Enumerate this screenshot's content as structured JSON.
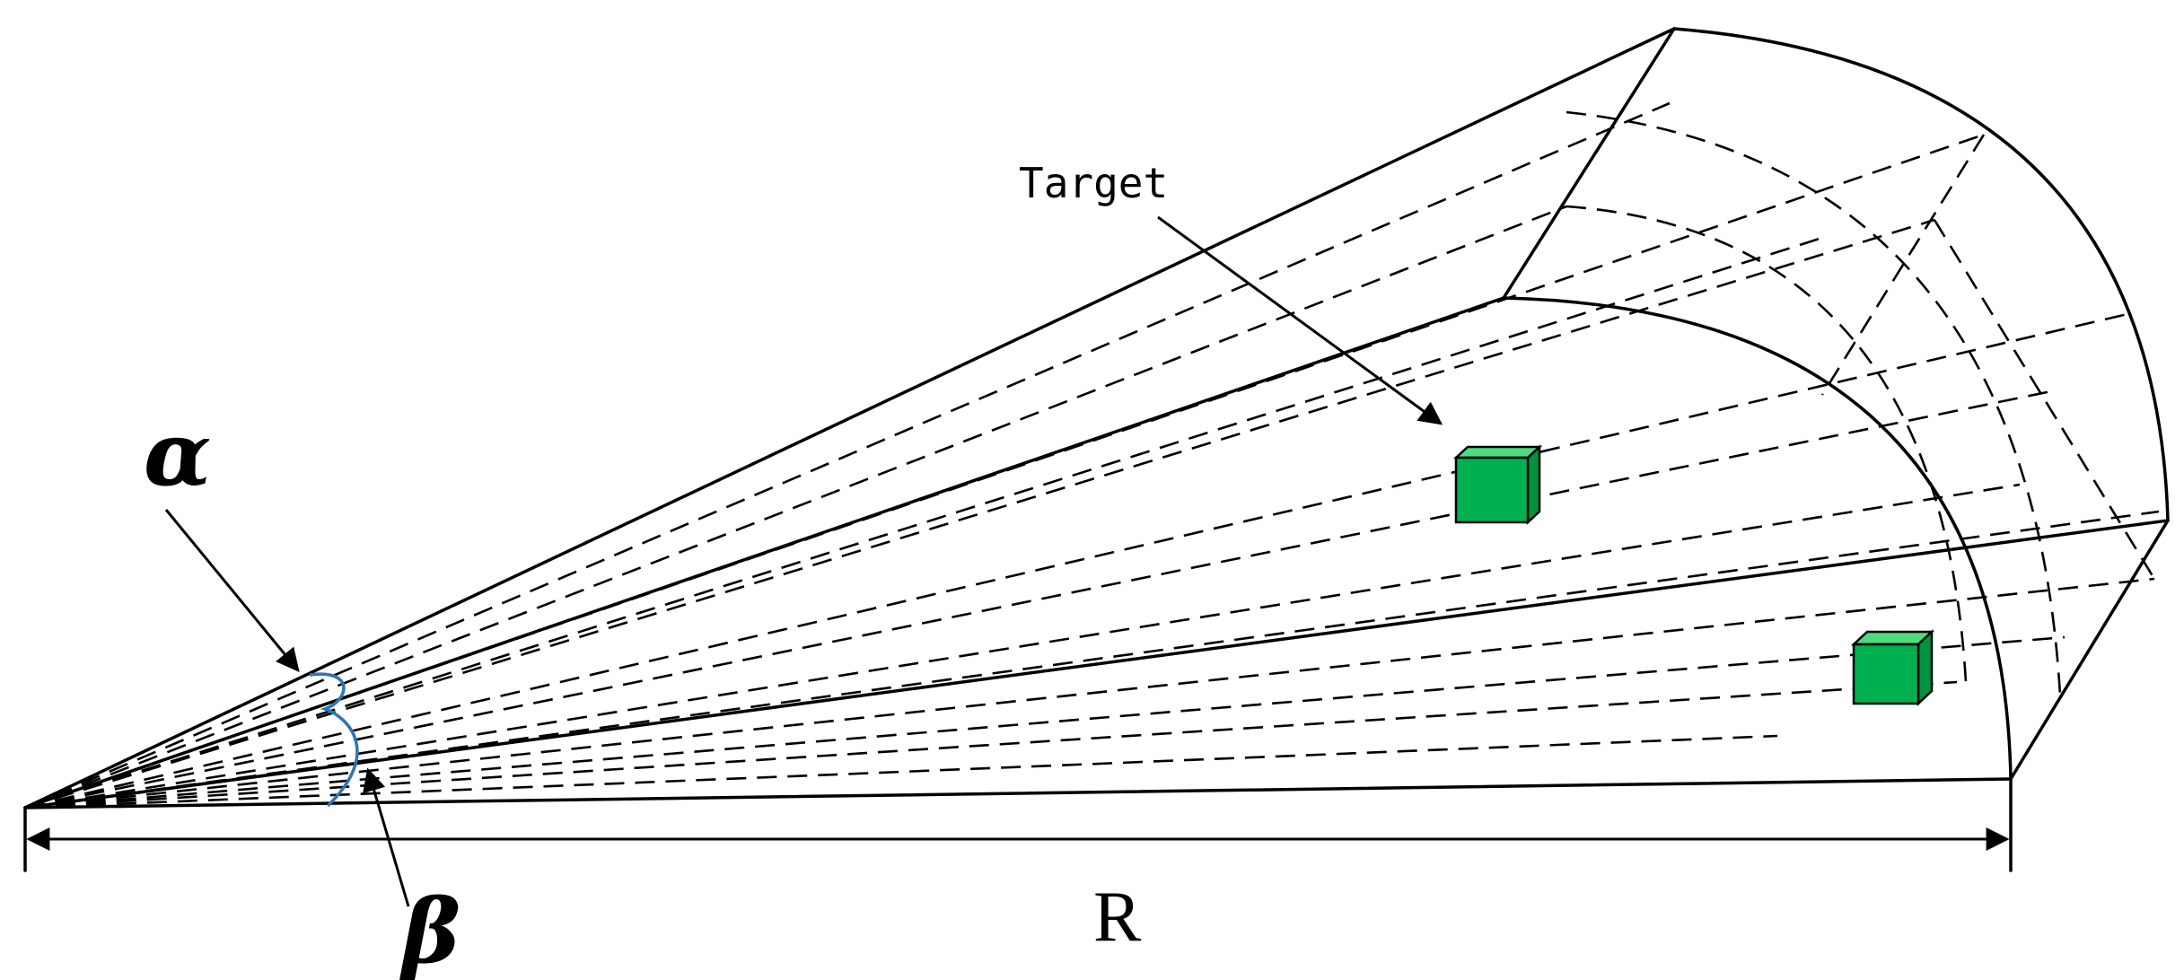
{
  "labels": {
    "target": "Target",
    "range": "R",
    "alpha": "α",
    "beta": "β"
  },
  "colors": {
    "line": "#000000",
    "angle_arc": "#2e75b6",
    "target_front": "#00b050",
    "target_top": "#4ddb7f",
    "target_side": "#00933f"
  }
}
